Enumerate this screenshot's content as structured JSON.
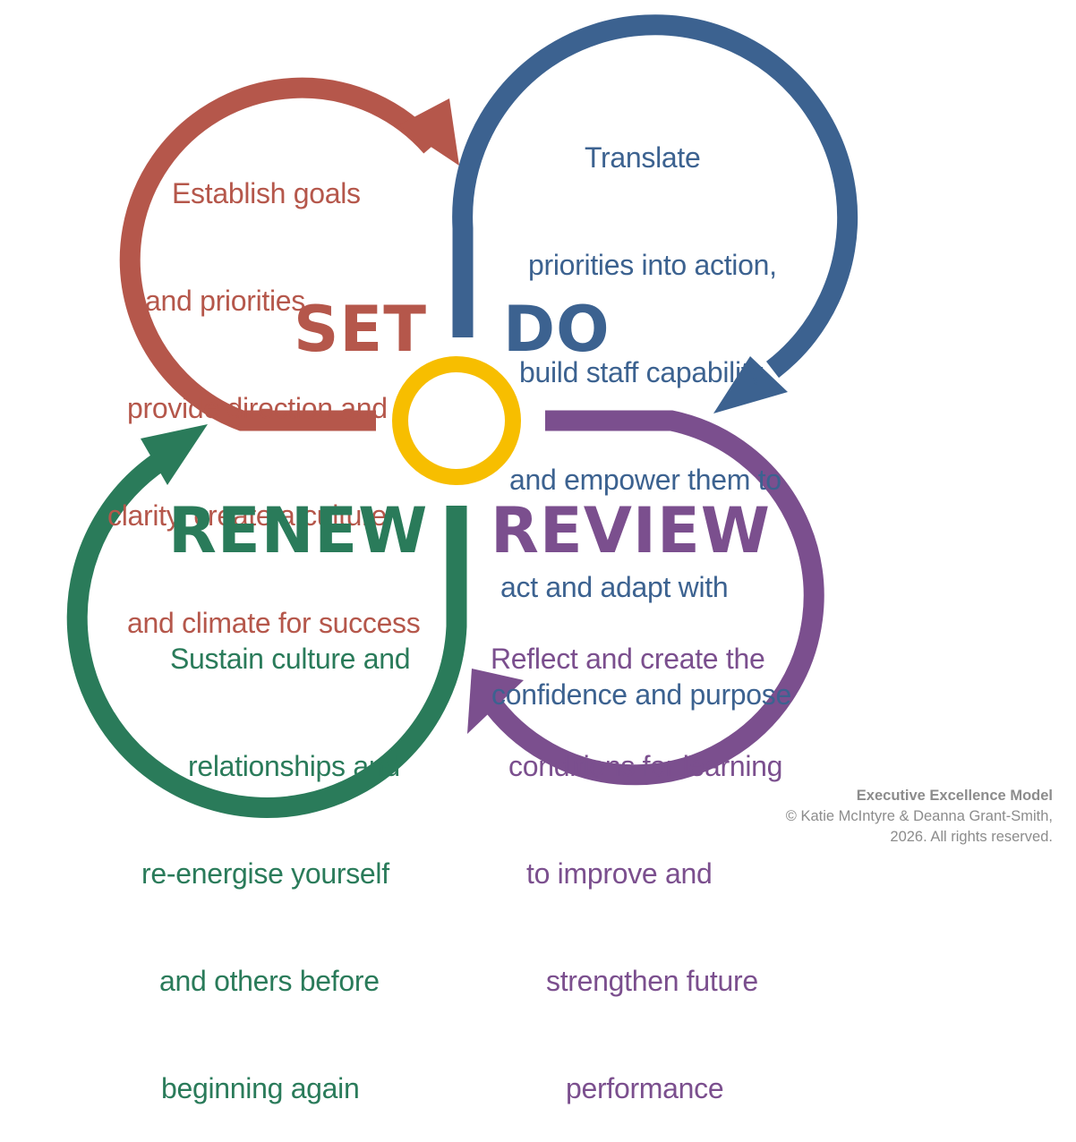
{
  "colors": {
    "set": "#B5574B",
    "do": "#3C6290",
    "review": "#7B4F8E",
    "renew": "#2A7B5A",
    "center": "#F7BE00",
    "credit": "#8C8C8C"
  },
  "stages": {
    "set": {
      "label": "SET",
      "lines": [
        "Establish goals",
        "and priorities,",
        "provide direction and",
        "clarity, create a culture",
        "and climate for success"
      ]
    },
    "do": {
      "label": "DO",
      "lines": [
        "Translate",
        "priorities into action,",
        "build staff capability",
        "and empower them to",
        "act and adapt with",
        "confidence and purpose"
      ]
    },
    "review": {
      "label": "REVIEW",
      "lines": [
        "Reflect and create the",
        "conditions for learning",
        "to improve and",
        "strengthen future",
        "performance"
      ]
    },
    "renew": {
      "label": "RENEW",
      "lines": [
        "Sustain culture and",
        "relationships and",
        "re-energise yourself",
        "and others before",
        "beginning again"
      ]
    }
  },
  "credit": {
    "title": "Executive Excellence Model",
    "line1": "© Katie McIntyre & Deanna Grant-Smith,",
    "line2": "2026. All rights reserved."
  }
}
